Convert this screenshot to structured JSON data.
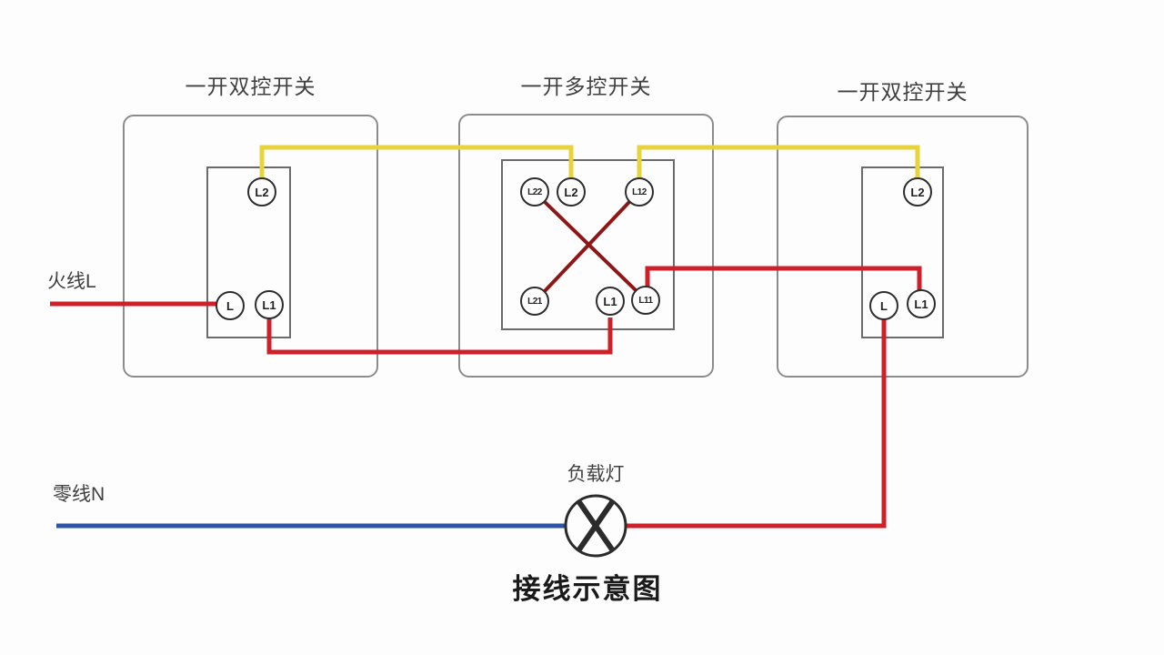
{
  "diagram_title": "接线示意图",
  "labels": {
    "live_wire": "火线L",
    "neutral_wire": "零线N",
    "load_lamp": "负载灯"
  },
  "switches": [
    {
      "name": "一开双控开关",
      "terminals": {
        "top": [
          "L2"
        ],
        "bottom": [
          "L",
          "L1"
        ]
      }
    },
    {
      "name": "一开多控开关",
      "terminals": {
        "top": [
          "L22",
          "L2",
          "L12"
        ],
        "bottom": [
          "L21",
          "L1",
          "L11"
        ]
      }
    },
    {
      "name": "一开双控开关",
      "terminals": {
        "top": [
          "L2"
        ],
        "bottom": [
          "L",
          "L1"
        ]
      }
    }
  ],
  "colors": {
    "traveler_yellow": "#e9d33c",
    "live_red": "#cd2028",
    "cross_dark_red": "#8e1616",
    "neutral_blue": "#2c55a6",
    "lamp_symbol": "#2b2b2b",
    "outer_box_border": "#8c8c8c",
    "inner_box_border": "#6b6b6b",
    "terminal_border": "#2d2d2d",
    "label_text": "#404040",
    "title_text": "#1a1a1a"
  }
}
